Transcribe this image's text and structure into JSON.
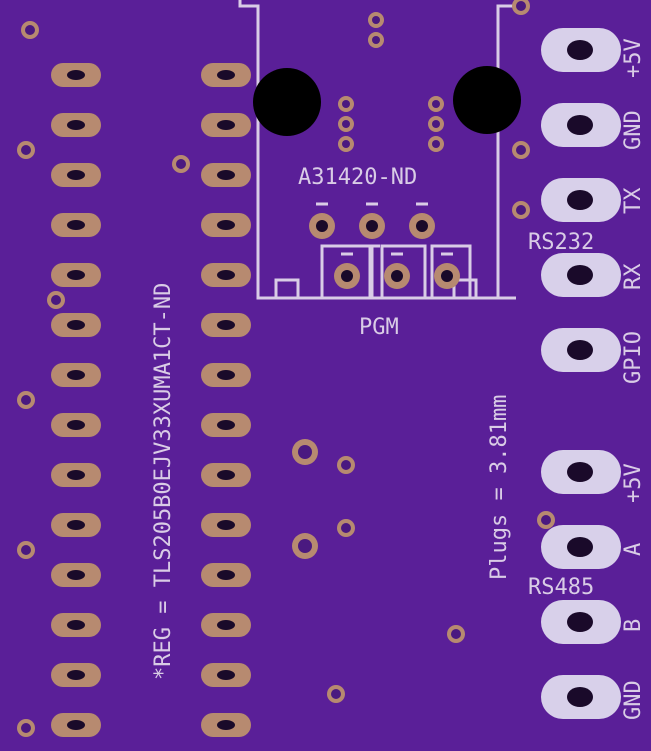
{
  "board": {
    "background_color": "#5a1f98",
    "silk_color": "#d9cce6",
    "copper_color": "#b78a70"
  },
  "labels": {
    "top_part": "A31420-ND",
    "pgm": "PGM",
    "rs232": "RS232",
    "rs485": "RS485",
    "reg_note": "*REG = TLS205B0EJV33XUMA1CT-ND",
    "plugs_note": "Plugs = 3.81mm"
  },
  "pins_right": [
    {
      "label": "+5V"
    },
    {
      "label": "GND"
    },
    {
      "label": "TX"
    },
    {
      "label": "RX"
    },
    {
      "label": "GPIO"
    },
    {
      "label": "+5V"
    },
    {
      "label": "A"
    },
    {
      "label": "B"
    },
    {
      "label": "GND"
    }
  ]
}
